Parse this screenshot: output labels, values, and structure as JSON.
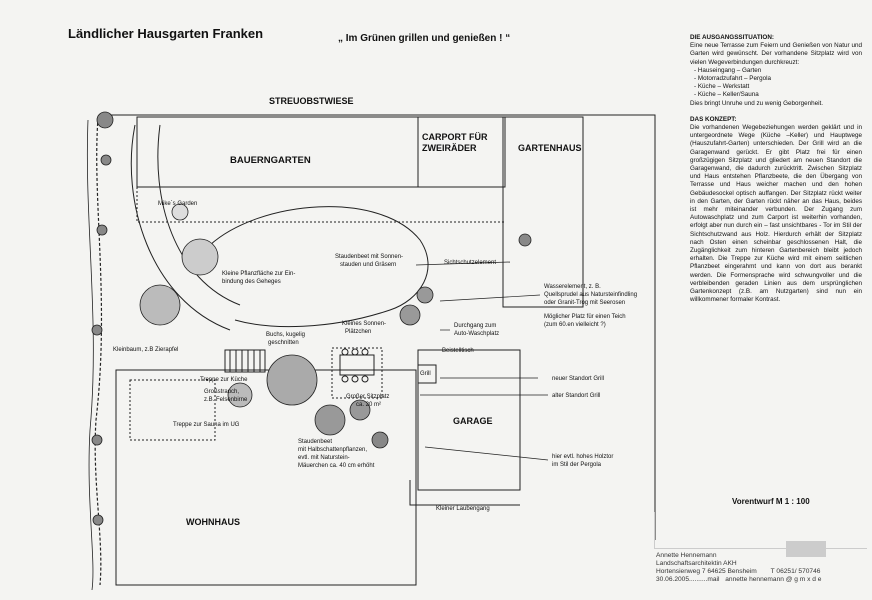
{
  "title": "Ländlicher Hausgarten Franken",
  "motto": "„ Im Grünen grillen und genießen ! “",
  "panel": {
    "situation_heading": "DIE AUSGANGSSITUATION:",
    "situation_intro": "Eine neue Terrasse zum Feiern und Genießen von Natur und Garten wird gewünscht. Der vorhandene Sitzplatz wird von vielen Wegeverbindungen durchkreuzt:",
    "situation_items": [
      "Hauseingang – Garten",
      "Motorradzufahrt – Pergola",
      "Küche – Werkstatt",
      "Küche – Keller/Sauna"
    ],
    "situation_outro": "Dies bringt Unruhe und zu wenig Geborgenheit.",
    "concept_heading": "DAS KONZEPT:",
    "concept_text": "Die vorhandenen Wegebeziehungen werden geklärt und in untergeordnete Wege (Küche –Keller) und Hauptwege (Hauszufahrt-Garten) unterschieden. Der Grill wird an die Garagenwand gerückt. Er gibt Platz frei für einen großzügigen Sitzplatz und gliedert am neuen Standort die Garagenwand, die dadurch zurücktritt. Zwischen Sitzplatz und Haus entstehen Pflanzbeete, die den Übergang von Terrasse und Haus weicher machen und den hohen Gebäudesockel optisch auffangen. Der Sitzplatz rückt weiter in den Garten, der Garten rückt näher an das Haus, beides ist mehr miteinander verbunden. Der Zugang zum Autowaschplatz und zum Carport ist weiterhin vorhanden, erfolgt aber nun durch ein – fast unsichtbares - Tor im Stil der Sichtschutzwand aus Holz. Hierdurch erhält der Sitzplatz nach Osten einen scheinbar geschlossenen Halt, die Zugänglichkeit zum hinteren Gartenbereich bleibt jedoch erhalten. Die Treppe zur Küche wird mit einem seitlichen Pflanzbeet eingerahmt und kann von dort aus berankt werden. Die Formensprache wird schwungvoller und die verbleibenden geraden Linien aus dem ursprünglichen Gartenkonzept (z.B. am Nutzgarten) sind nun ein willkommener formaler Kontrast."
  },
  "plan_labels": {
    "streuobstwiese": "STREUOBSTWIESE",
    "bauerngarten": "BAUERNGARTEN",
    "carport_1": "CARPORT FÜR",
    "carport_2": "ZWEIRÄDER",
    "gartenhaus": "GARTENHAUS",
    "mikes_garden": "Mike`s Garden",
    "staudenbeet_1": "Staudenbeet mit Sonnen-",
    "staudenbeet_2": "stauden und Gräsern",
    "sichtschutz": "Sichtschutzelement",
    "kleine_pflanzflaeche_1": "Kleine Pflanzfläche zur Ein-",
    "kleine_pflanzflaeche_2": "bindung des Geheges",
    "wasserelement_1": "Wasserelement, z. B.",
    "wasserelement_2": "Quellsprudel aus Natursteinfindling",
    "wasserelement_3": "oder Granit-Trog mit Seerosen",
    "teich_1": "Möglicher Platz für einen Teich",
    "teich_2": "(zum 60.en vielleicht ?)",
    "sonnenplaetzchen_1": "Kleines Sonnen-",
    "sonnenplaetzchen_2": "Plätzchen",
    "durchgang_1": "Durchgang zum",
    "durchgang_2": "Auto-Waschplatz",
    "buchs_1": "Buchs, kugelig",
    "buchs_2": "geschnitten",
    "kleinbaum": "Kleinbaum, z.B Zierapfel",
    "beistelltisch": "Beistelltisch",
    "grill": "Grill",
    "neuer_grill": "neuer Standort Grill",
    "alter_grill": "alter Standort Grill",
    "treppe_kueche": "Treppe zur Küche",
    "grossstrauch_1": "Großstrauch,",
    "grossstrauch_2": "z.B. Felsenbirne",
    "grosser_sitzplatz_1": "Großer Sitzplatz",
    "grosser_sitzplatz_2": "ca. 20 m²",
    "garage": "GARAGE",
    "treppe_sauna": "Treppe zur Sauna im UG",
    "staudenbeet2_1": "Staudenbeet",
    "staudenbeet2_2": "mit Halbschattenpflanzen,",
    "staudenbeet2_3": "evtl. mit Naturstein-",
    "staudenbeet2_4": "Mäuerchen ca. 40 cm erhöht",
    "holztor_1": "hier evtl. hohes Holztor",
    "holztor_2": "im Stil der Pergola",
    "laubengang": "Kleiner Laubengang",
    "wohnhaus": "WOHNHAUS"
  },
  "scale": "Vorentwurf M 1 : 100",
  "stamp": {
    "line1": "Annette Hennemann",
    "line2": "Landschaftsarchitektin  AKH",
    "line3a": "Hortensienweg 7    64625 Bensheim",
    "line3b": "T 06251/ 570746",
    "line4a": "30.06.2005..........mail",
    "line4b": "annette hennemann @ g m x  d e"
  }
}
